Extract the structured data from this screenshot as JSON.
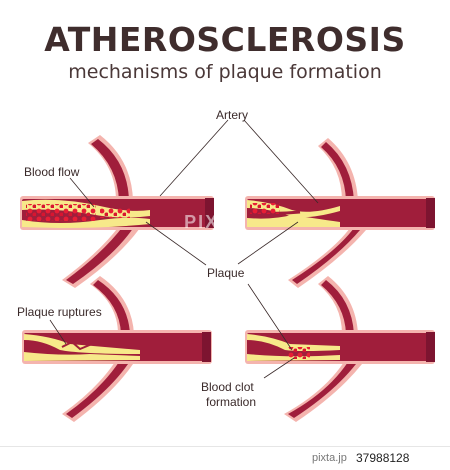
{
  "title": "ATHEROSCLEROSIS",
  "subtitle": "mechanisms of plaque formation",
  "labels": {
    "artery": "Artery",
    "blood_flow": "Blood flow",
    "plaque": "Plaque",
    "plaque_ruptures": "Plaque ruptures",
    "blood_clot_line1": "Blood clot",
    "blood_clot_line2": "formation"
  },
  "watermark": "PIXTA",
  "footer": {
    "brand": "pixta.jp",
    "image_code": "37988128"
  },
  "colors": {
    "vessel": "#a01e3b",
    "vessel_dark": "#7d1430",
    "outer_wall": "#f4b4ae",
    "plaque": "#f7e98a",
    "blood_cells": "#e81e35",
    "text": "#3f2d2d"
  }
}
